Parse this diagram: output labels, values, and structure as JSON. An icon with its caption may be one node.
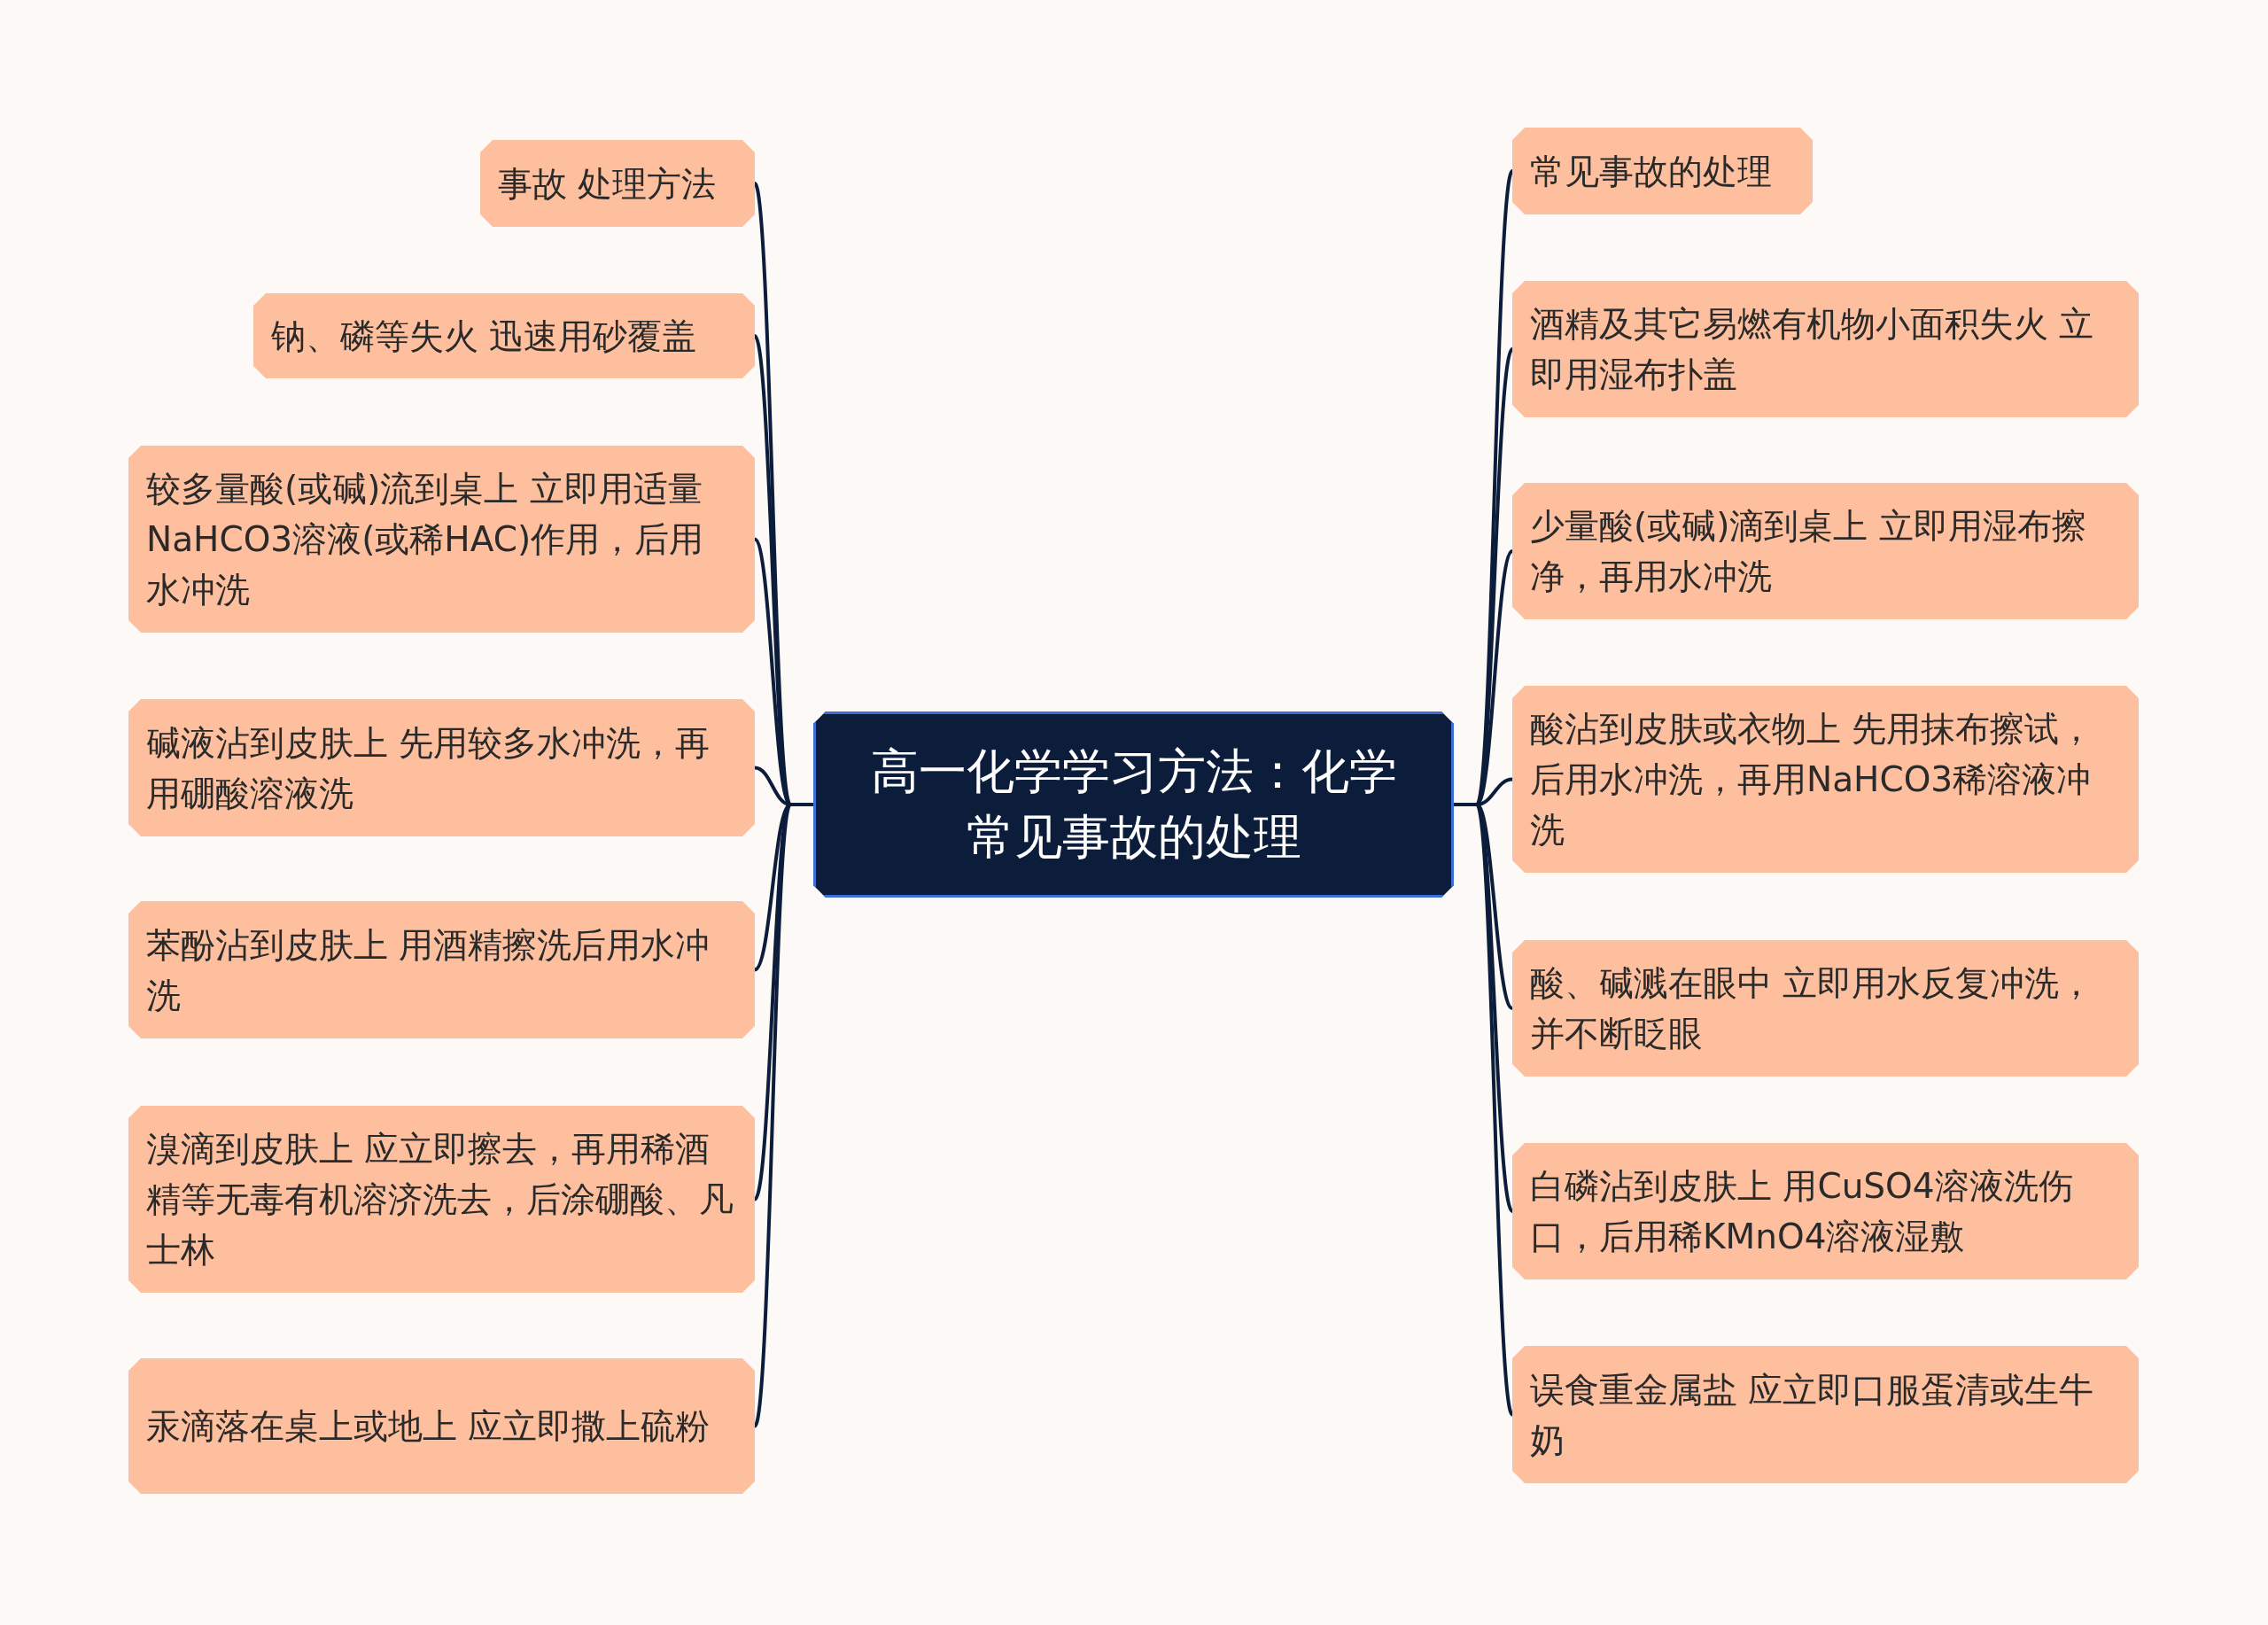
{
  "diagram": {
    "nodes": [
      {
        "text": [
          "高一化学学习方法：化学常见事故的处理"
        ]
      },
      {
        "text": [
          "事故 处理方法"
        ]
      },
      {
        "text": [
          "钠、磷等失火 迅速用砂覆盖"
        ]
      },
      {
        "text": [
          "较多量酸(或碱)流到桌上 立即用适量NaHCO3溶液(或稀HAC)作用，后用水冲洗"
        ]
      },
      {
        "text": [
          "碱液沾到皮肤上 先用较多水冲洗，再用硼酸溶液洗"
        ]
      },
      {
        "text": [
          "苯酚沾到皮肤上 用酒精擦洗后用水冲洗"
        ]
      },
      {
        "text": [
          "溴滴到皮肤上 应立即擦去，再用稀酒精等无毒有机溶济洗去，后涂硼酸、凡士林"
        ]
      },
      {
        "text": [
          "汞滴落在桌上或地上 应立即撒上硫粉"
        ]
      },
      {
        "text": [
          "常见事故的处理"
        ]
      },
      {
        "text": [
          "酒精及其它易燃有机物小面积失火 立即用湿布扑盖"
        ]
      },
      {
        "text": [
          "少量酸(或碱)滴到桌上 立即用湿布擦净，再用水冲洗"
        ]
      },
      {
        "text": [
          "酸沾到皮肤或衣物上 先用抹布擦试，后用水冲洗，再用NaHCO3稀溶液冲洗"
        ]
      },
      {
        "text": [
          "酸、碱溅在眼中 立即用水反复冲洗，并不断眨眼"
        ]
      },
      {
        "text": [
          "白磷沾到皮肤上 用CuSO4溶液洗伤口，后用稀KMnO4溶液湿敷"
        ]
      },
      {
        "text": [
          "误食重金属盐 应立即口服蛋清或生牛奶"
        ]
      }
    ],
    "edges": [
      {
        "from": 0,
        "to": 1,
        "arrow": "none"
      },
      {
        "from": 0,
        "to": 2,
        "arrow": "none"
      },
      {
        "from": 0,
        "to": 3,
        "arrow": "none"
      },
      {
        "from": 0,
        "to": 4,
        "arrow": "none"
      },
      {
        "from": 0,
        "to": 5,
        "arrow": "none"
      },
      {
        "from": 0,
        "to": 6,
        "arrow": "none"
      },
      {
        "from": 0,
        "to": 7,
        "arrow": "none"
      },
      {
        "from": 0,
        "to": 8,
        "arrow": "none"
      },
      {
        "from": 0,
        "to": 9,
        "arrow": "none"
      },
      {
        "from": 0,
        "to": 10,
        "arrow": "none"
      },
      {
        "from": 0,
        "to": 11,
        "arrow": "none"
      },
      {
        "from": 0,
        "to": 12,
        "arrow": "none"
      },
      {
        "from": 0,
        "to": 13,
        "arrow": "none"
      },
      {
        "from": 0,
        "to": 14,
        "arrow": "none"
      }
    ]
  }
}
